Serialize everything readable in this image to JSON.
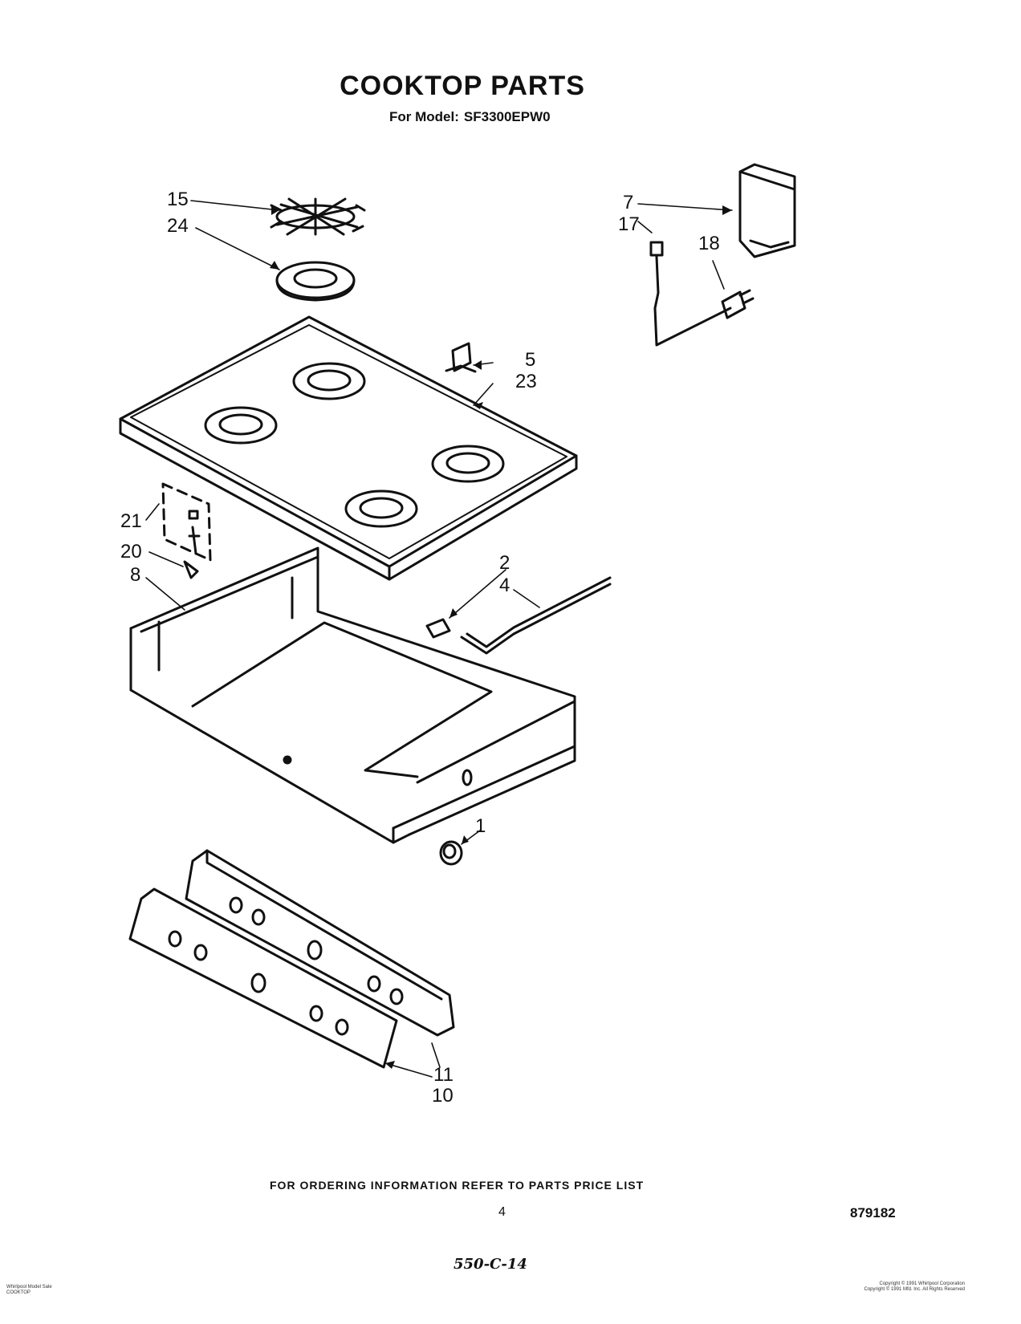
{
  "header": {
    "title": "COOKTOP PARTS",
    "model_label": "For Model:",
    "model_number": "SF3300EPW0"
  },
  "callouts": [
    "15",
    "24",
    "7",
    "17",
    "18",
    "5",
    "23",
    "21",
    "20",
    "8",
    "2",
    "4",
    "1",
    "11",
    "10"
  ],
  "footer": {
    "ordering_info": "FOR ORDERING INFORMATION REFER TO PARTS PRICE LIST",
    "page_number": "4",
    "document_number": "879182",
    "handwritten_note": "550-C-14"
  },
  "fine_print": {
    "left_line1": "Whirlpool Model Sale",
    "left_line2": "COOKTOP",
    "right_line1": "Copyright © 1991 Whirlpool Corporation",
    "right_line2": "Copyright © 1991 Mfd. Inc. All Rights Reserved"
  }
}
